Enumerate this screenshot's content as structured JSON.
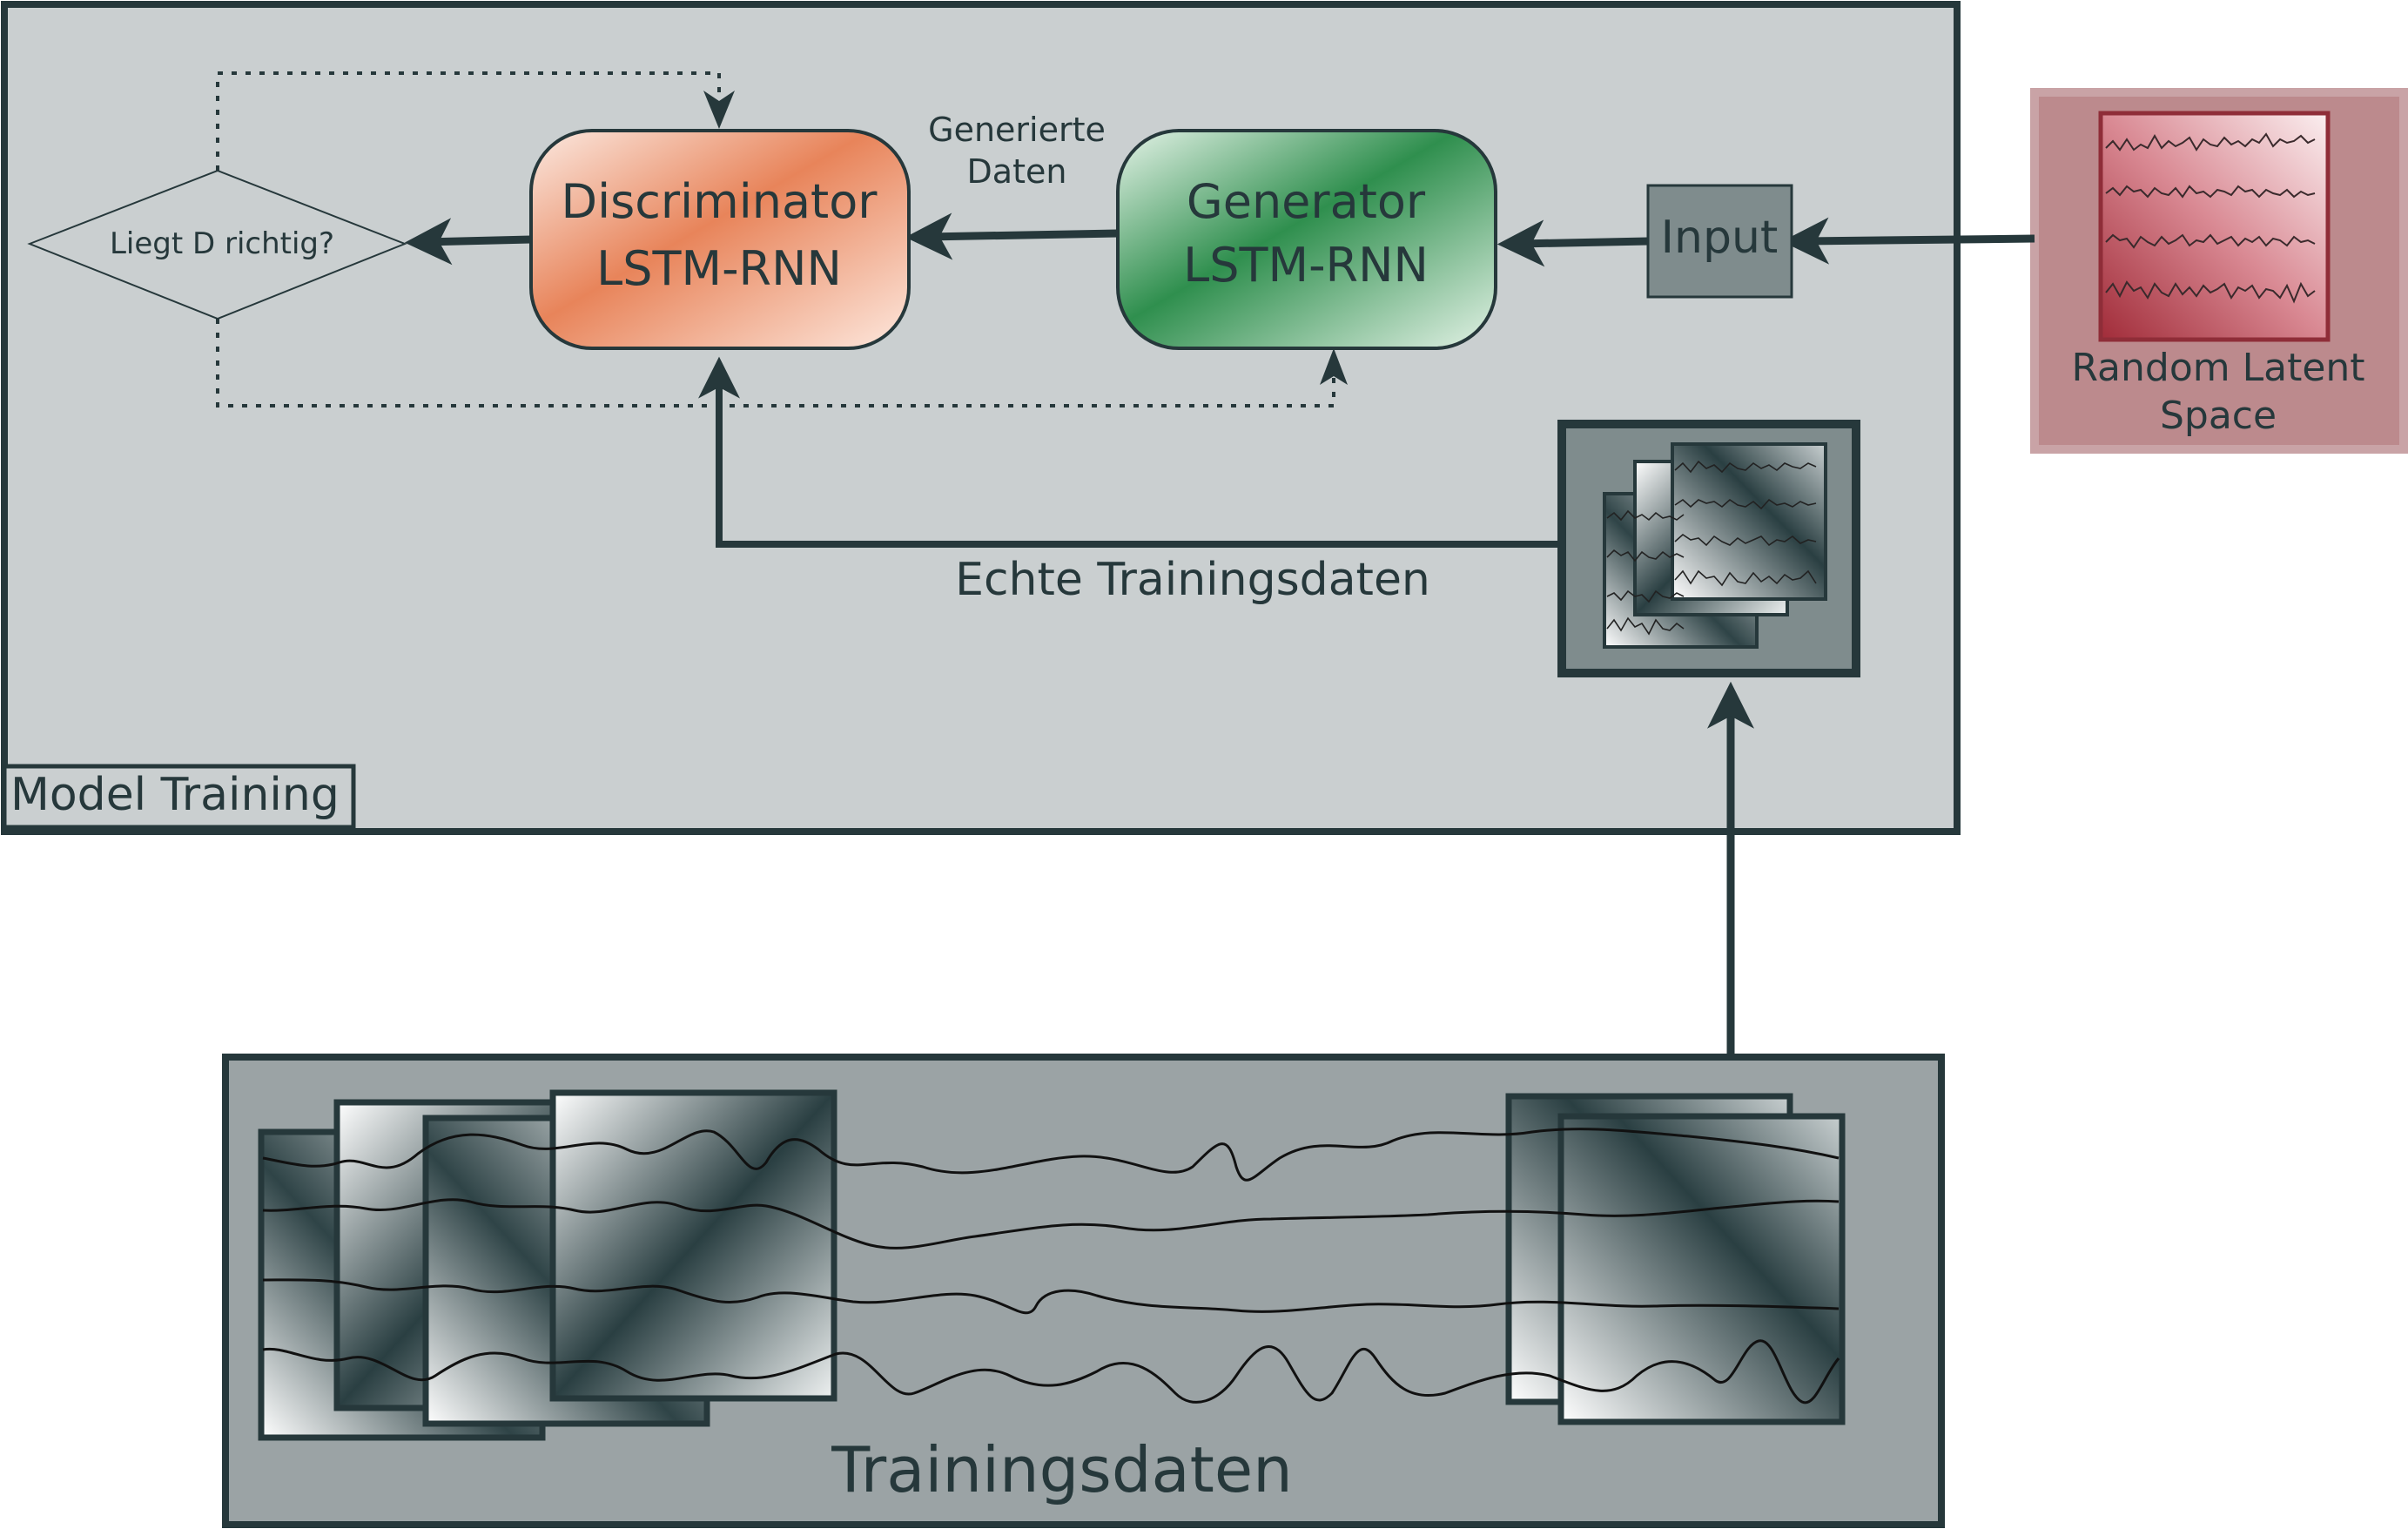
{
  "model_training": {
    "label": "Model Training"
  },
  "discriminator": {
    "line1": "Discriminator",
    "line2": "LSTM-RNN"
  },
  "generator": {
    "line1": "Generator",
    "line2": "LSTM-RNN"
  },
  "generated_data": {
    "line1": "Generierte",
    "line2": "Daten"
  },
  "decision": {
    "label": "Liegt D richtig?"
  },
  "input": {
    "label": "Input"
  },
  "latent_space": {
    "line1": "Random Latent",
    "line2": "Space"
  },
  "real_training_data": {
    "label": "Echte Trainingsdaten"
  },
  "training_data": {
    "label": "Trainingsdaten"
  },
  "colors": {
    "outline": "#26383b",
    "panel": "#cacfd0",
    "training_panel": "#9ba3a5",
    "input_box": "#7f8c8d",
    "discriminator": "#e8845a",
    "generator": "#2f8f4e",
    "latent_outer": "#bc8a8d",
    "latent_inner": "#a83a47"
  }
}
